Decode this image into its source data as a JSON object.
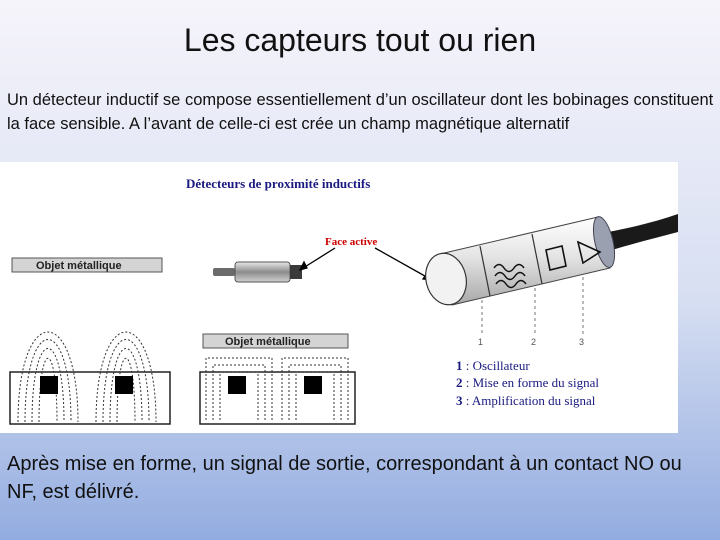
{
  "slide": {
    "title": "Les capteurs tout ou rien",
    "intro": {
      "lead": "Un détecteur inductif",
      "rest": " se compose essentiellement d’un oscillateur dont les bobinages constituent la face sensible. A l’avant de celle-ci est crée un champ magnétique alternatif"
    },
    "outro": "Après mise en forme, un signal de sortie, correspondant à un contact NO ou NF, est délivré."
  },
  "figure": {
    "title": "Détecteurs de proximité inductifs",
    "face_label": "Face active",
    "object_label": "Objet métallique",
    "markers": [
      "1",
      "2",
      "3"
    ],
    "legend": [
      {
        "num": "1",
        "text": " : Oscillateur"
      },
      {
        "num": "2",
        "text": " : Mise en forme du signal"
      },
      {
        "num": "3",
        "text": " : Amplification du signal"
      }
    ],
    "colors": {
      "face_label": "#cc0000",
      "legend": "#1a1a80",
      "title": "#1a1a80"
    }
  }
}
